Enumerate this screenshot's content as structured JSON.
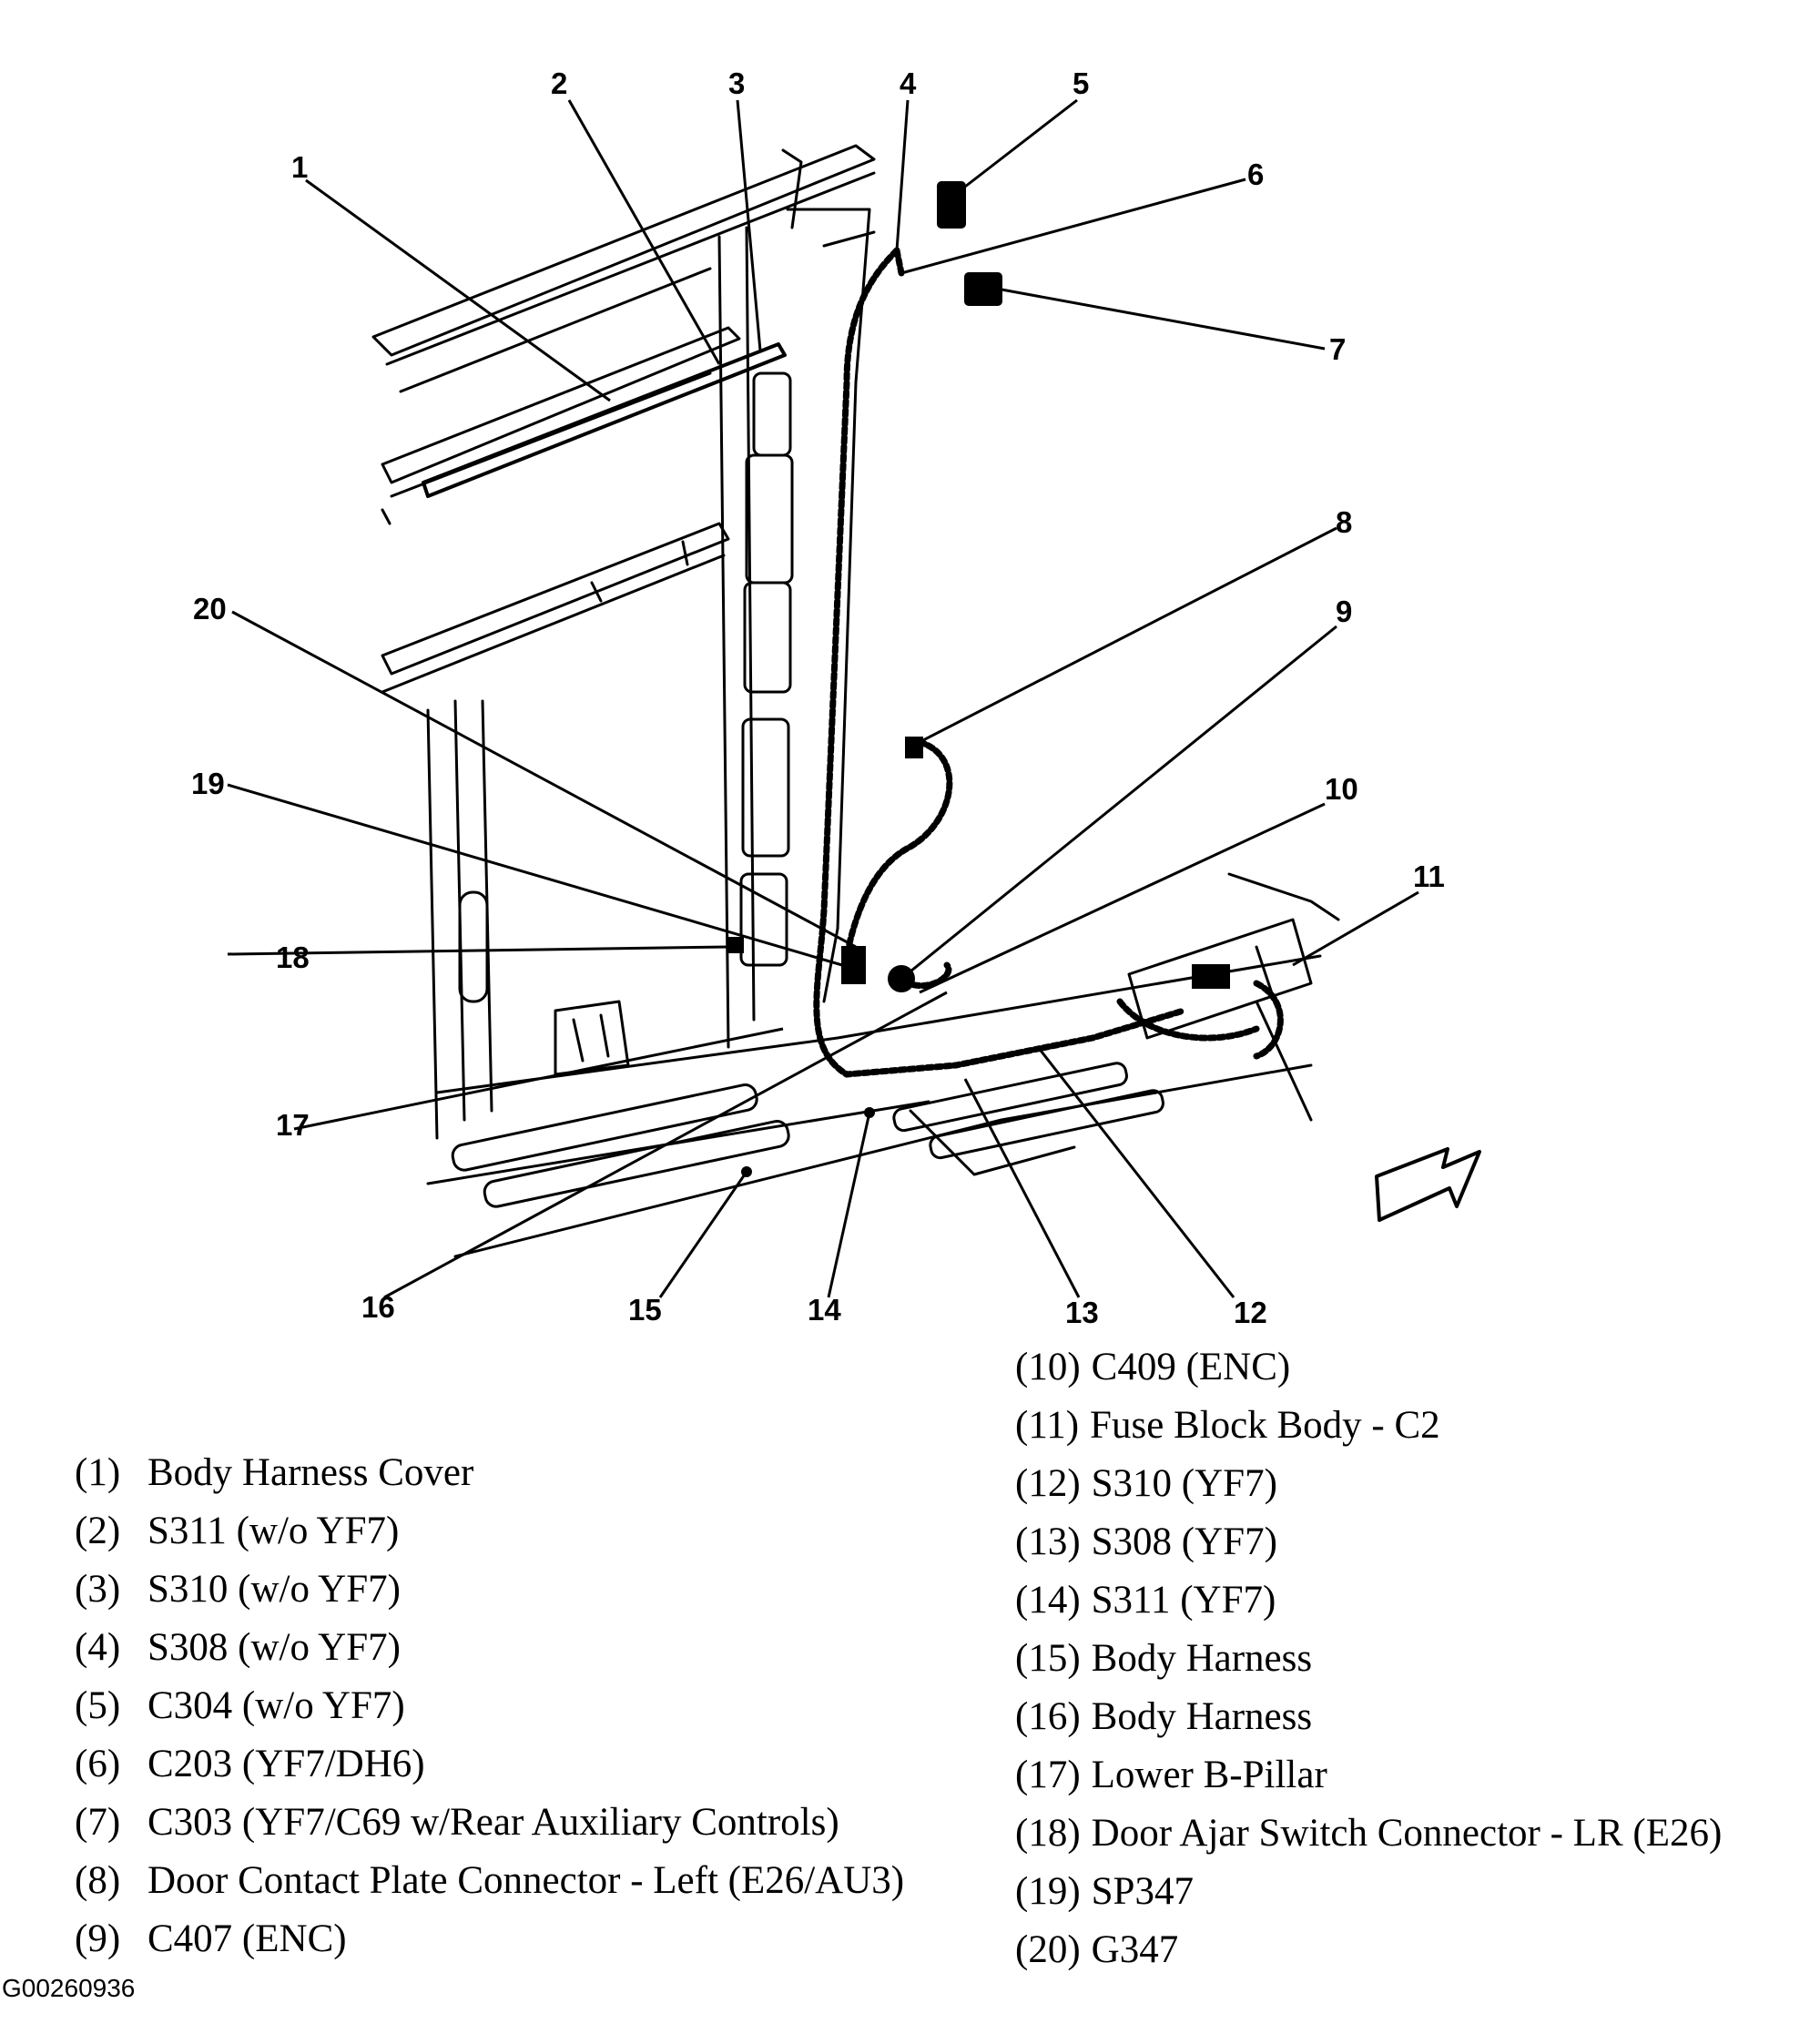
{
  "callouts": [
    "1",
    "2",
    "3",
    "4",
    "5",
    "6",
    "7",
    "8",
    "9",
    "10",
    "11",
    "12",
    "13",
    "14",
    "15",
    "16",
    "17",
    "18",
    "19",
    "20"
  ],
  "legend": [
    {
      "num": "(1)",
      "label": "Body Harness Cover"
    },
    {
      "num": "(2)",
      "label": "S311 (w/o YF7)"
    },
    {
      "num": "(3)",
      "label": "S310 (w/o YF7)"
    },
    {
      "num": "(4)",
      "label": "S308 (w/o YF7)"
    },
    {
      "num": "(5)",
      "label": "C304 (w/o YF7)"
    },
    {
      "num": "(6)",
      "label": "C203 (YF7/DH6)"
    },
    {
      "num": "(7)",
      "label": "C303 (YF7/C69 w/Rear Auxiliary Controls)"
    },
    {
      "num": "(8)",
      "label": "Door Contact Plate Connector - Left (E26/AU3)"
    },
    {
      "num": "(9)",
      "label": "C407 (ENC)"
    },
    {
      "num": "(10)",
      "label": "C409 (ENC)"
    },
    {
      "num": "(11)",
      "label": "Fuse Block Body - C2"
    },
    {
      "num": "(12)",
      "label": "S310 (YF7)"
    },
    {
      "num": "(13)",
      "label": "S308 (YF7)"
    },
    {
      "num": "(14)",
      "label": "S311 (YF7)"
    },
    {
      "num": "(15)",
      "label": "Body Harness"
    },
    {
      "num": "(16)",
      "label": "Body Harness"
    },
    {
      "num": "(17)",
      "label": "Lower B-Pillar"
    },
    {
      "num": "(18)",
      "label": "Door Ajar Switch Connector - LR (E26)"
    },
    {
      "num": "(19)",
      "label": "SP347"
    },
    {
      "num": "(20)",
      "label": "G347"
    }
  ],
  "figure_id": "G00260936"
}
